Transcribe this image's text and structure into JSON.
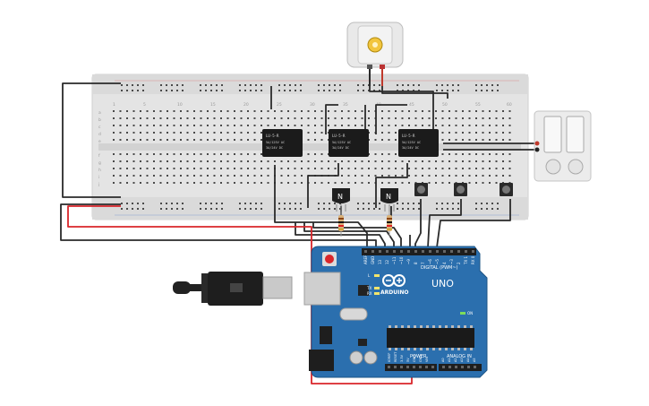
{
  "breadboard": {
    "column_numbers": [
      "1",
      "5",
      "10",
      "15",
      "20",
      "25",
      "30",
      "35",
      "40",
      "45",
      "50",
      "55",
      "60"
    ],
    "row_letters_top": [
      "a",
      "b",
      "c",
      "d",
      "e"
    ],
    "row_letters_bottom": [
      "f",
      "g",
      "h",
      "i",
      "j"
    ]
  },
  "relays": [
    {
      "model": "LU-5-R",
      "line1": "5A/125V AC",
      "line2": "3A/24V DC"
    },
    {
      "model": "LU-5-R",
      "line1": "5A/125V AC",
      "line2": "3A/24V DC"
    },
    {
      "model": "LU-5-R",
      "line1": "5A/125V AC",
      "line2": "3A/24V DC"
    }
  ],
  "transistors": [
    {
      "label": "N"
    },
    {
      "label": "N"
    }
  ],
  "arduino": {
    "brand": "ARDUINO",
    "model": "UNO",
    "digital_header": "DIGITAL (PWM~)",
    "power_header": "POWER",
    "analog_header": "ANALOG IN",
    "led_labels": [
      "L",
      "TX",
      "RX"
    ],
    "on_label": "ON",
    "digital_pins": [
      "AREF",
      "GND",
      "13",
      "12",
      "~11",
      "~10",
      "~9",
      "8",
      "7",
      "~6",
      "~5",
      "4",
      "~3",
      "2",
      "TX 1",
      "RX 0"
    ],
    "power_pins": [
      "IOREF",
      "RESET",
      "3.3V",
      "5V",
      "GND",
      "GND",
      "VIN"
    ],
    "analog_pins": [
      "A0",
      "A1",
      "A2",
      "A3",
      "A4",
      "A5"
    ]
  },
  "colors": {
    "board_blue": "#2b6fae",
    "breadboard": "#e6e6e6",
    "wire_red": "#d9252a",
    "wire_black": "#2a2a2a",
    "relay_body": "#1b1b1b"
  }
}
